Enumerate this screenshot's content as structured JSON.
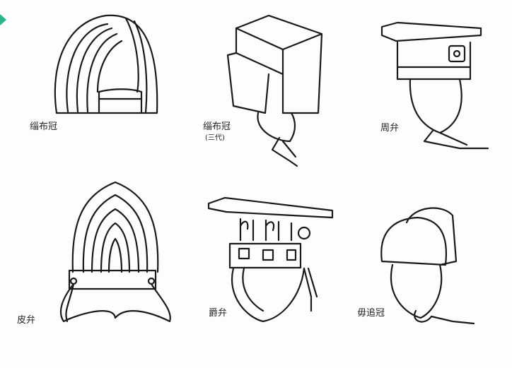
{
  "hats": [
    {
      "label": "缁布冠"
    },
    {
      "label": "缁布冠",
      "sub": "(三代)"
    },
    {
      "label": "周弁"
    },
    {
      "label": "皮弁"
    },
    {
      "label": "爵弁"
    },
    {
      "label": "毋追冠"
    }
  ],
  "colors": {
    "ink": "#1a1a1a",
    "marker": "#2bb58a"
  }
}
